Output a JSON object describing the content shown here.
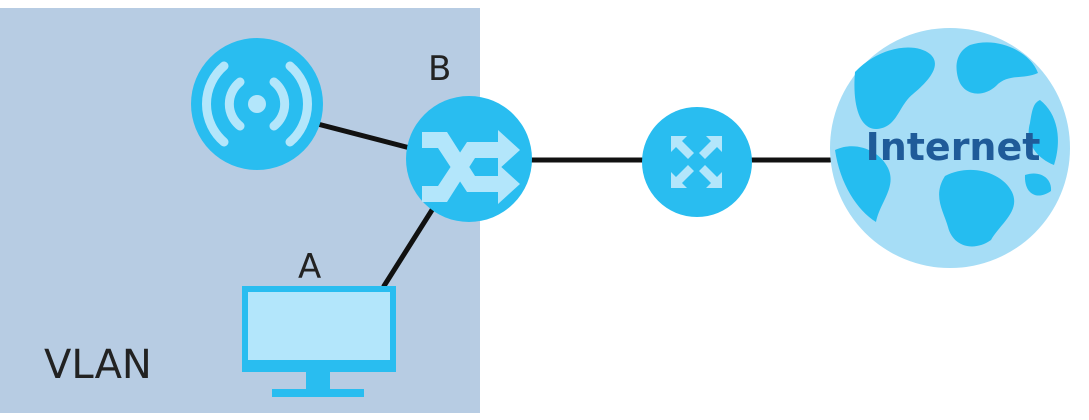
{
  "diagram": {
    "vlan_label": "VLAN",
    "switch_label": "B",
    "computer_label": "A",
    "internet_label": "Internet"
  },
  "colors": {
    "vlan_background": "#b7cce3",
    "device_blue": "#29bdf0",
    "device_light": "#b3e6fb",
    "globe_light": "#a6ddf6",
    "globe_land": "#25bdf0",
    "internet_text": "#1f5b99",
    "link": "#111111",
    "label": "#222222"
  },
  "icons": {
    "access_point": "wireless-access-point-icon",
    "switch": "switch-icon",
    "router": "router-icon",
    "internet": "globe-icon",
    "computer": "computer-monitor-icon"
  }
}
